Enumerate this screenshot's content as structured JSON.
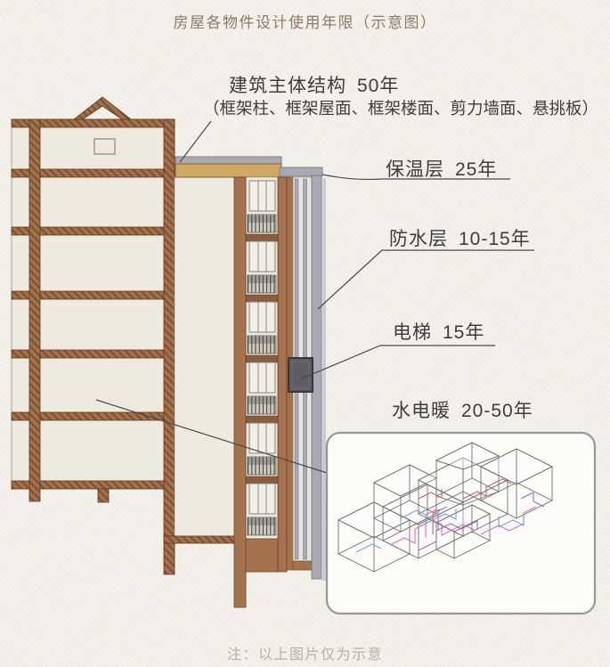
{
  "title": "房屋各物件设计使用年限（示意图）",
  "note": "注：以上图片仅为示意",
  "labels": {
    "structure": {
      "name": "建筑主体结构",
      "years": "50年",
      "detail": "（框架柱、框架屋面、框架楼面、剪力墙面、悬挑板）"
    },
    "insulation": {
      "name": "保温层",
      "years": "25年"
    },
    "waterproof": {
      "name": "防水层",
      "years": "10-15年"
    },
    "elevator": {
      "name": "电梯",
      "years": "15年"
    },
    "utilities": {
      "name": "水电暖",
      "years": "20-50年"
    }
  },
  "colors": {
    "background": "#f2efe8",
    "title_text": "#8a7a69",
    "label_text": "#3f3d38",
    "note_text": "#b6b1a8",
    "structure_brown": "#a3734e",
    "slab_hatch_brown": "#a1714c",
    "wall_cream": "#efeadf",
    "insulation_tan": "#d0a963",
    "concrete_gray": "#a9a9b3",
    "elevator_gray": "#5d5d63",
    "leader_line": "#4b4a46",
    "pipe_pink": "#e06ec4",
    "pipe_blue": "#6fa6da",
    "pipe_purple": "#8f70c9",
    "pipe_red": "#c96363"
  }
}
